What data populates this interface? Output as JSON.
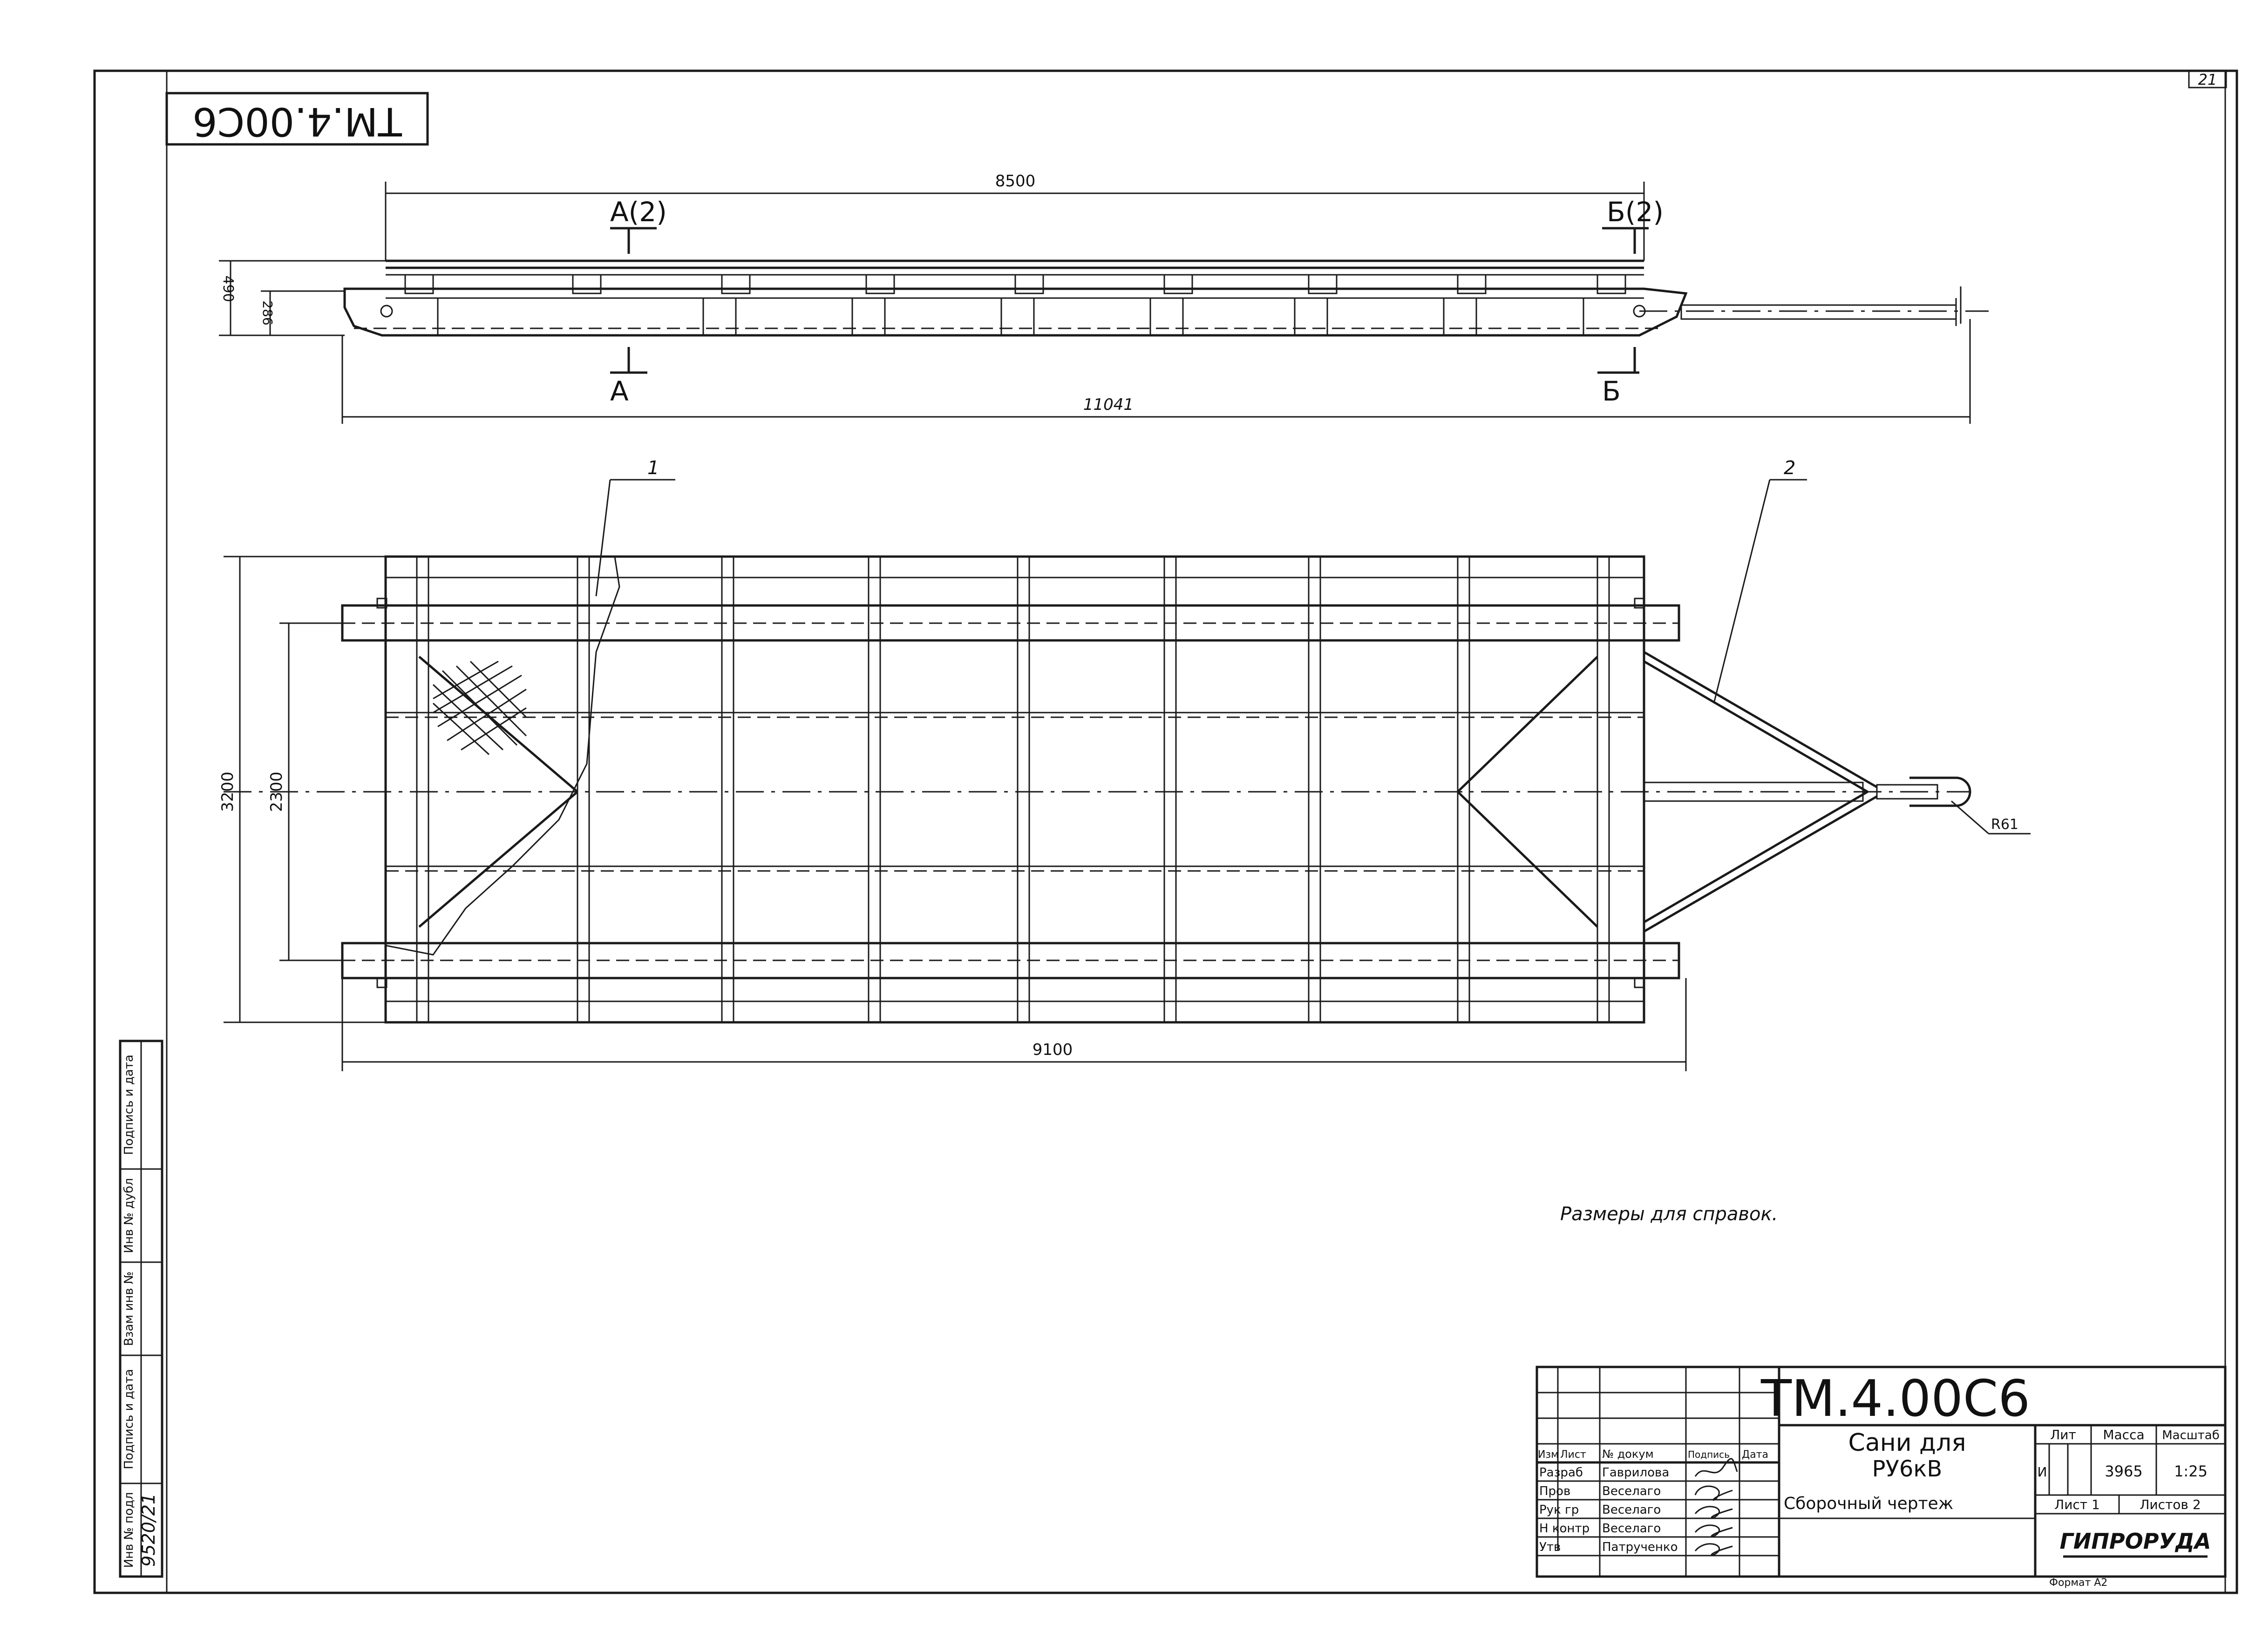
{
  "sheet_number": "21",
  "stamp_top": "ТМ.4.00С6",
  "dimensions": {
    "d8500": "8500",
    "d490": "490",
    "d286": "286",
    "d11041": "11041",
    "d3200": "3200",
    "d2300": "2300",
    "d9100": "9100",
    "r61": "R61"
  },
  "sections": {
    "a_label": "А(2)",
    "b_label": "Б(2)",
    "a_mark": "А",
    "b_mark": "Б"
  },
  "callouts": {
    "c1": "1",
    "c2": "2"
  },
  "note": "Размеры для справок.",
  "side_stamp": {
    "col1": "Подпись и дата",
    "col2": "Инв № дубл",
    "col3": "Взам инв №",
    "col4": "Подпись и дата",
    "col5": "Инв № подл",
    "inv_value": "9520/21"
  },
  "title_block": {
    "code": "ТМ.4.00С6",
    "title_line1": "Сани для",
    "title_line2": "РУ6кВ",
    "doc_type": "Сборочный чертеж",
    "headers": {
      "izm": "Изм",
      "list": "Лист",
      "ndokum": "№ докум",
      "podpis": "Подпись",
      "data": "Дата"
    },
    "roles": [
      "Разраб",
      "Пров",
      "Рук гр",
      "Н контр",
      "Утв"
    ],
    "names": [
      "Гаврилова",
      "Веселаго",
      "Веселаго",
      "Веселаго",
      "Патрученко"
    ],
    "lit_label": "Лит",
    "mass_label": "Масса",
    "scale_label": "Масштаб",
    "lit_value": "И",
    "mass_value": "3965",
    "scale_value": "1:25",
    "sheet_label": "Лист 1",
    "sheets_label": "Листов 2",
    "org": "ГИПРОРУДА"
  },
  "format": "Формат А2"
}
